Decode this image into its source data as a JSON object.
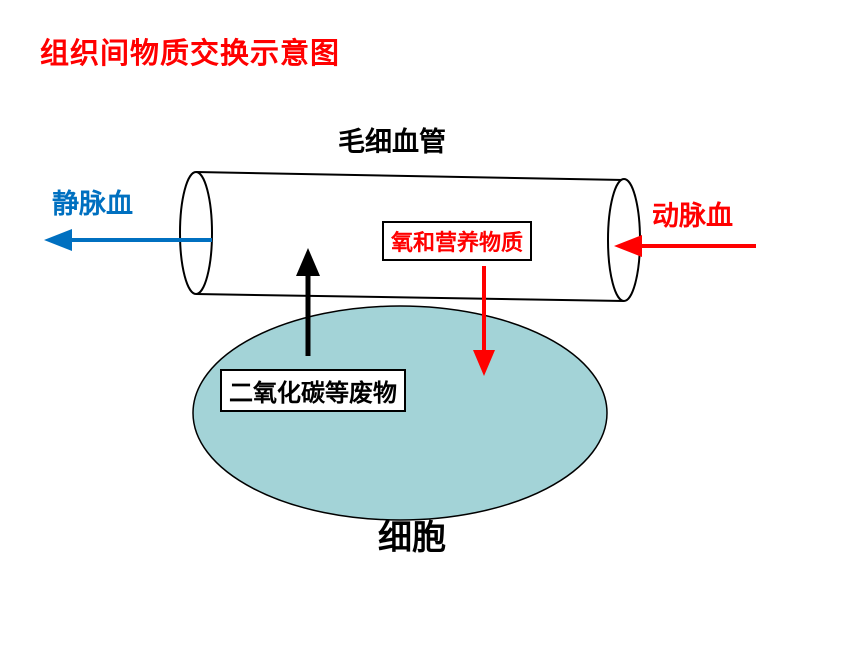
{
  "title": "组织间物质交换示意图",
  "labels": {
    "capillary": "毛细血管",
    "venous_blood": "静脉血",
    "arterial_blood": "动脉血",
    "cell": "细胞"
  },
  "boxes": {
    "oxygen_nutrients": "氧和营养物质",
    "co2_waste": "二氧化碳等废物"
  },
  "colors": {
    "title": "#ff0000",
    "venous": "#0070c0",
    "arterial": "#ff0000",
    "cell_fill": "#a3d3d7"
  }
}
